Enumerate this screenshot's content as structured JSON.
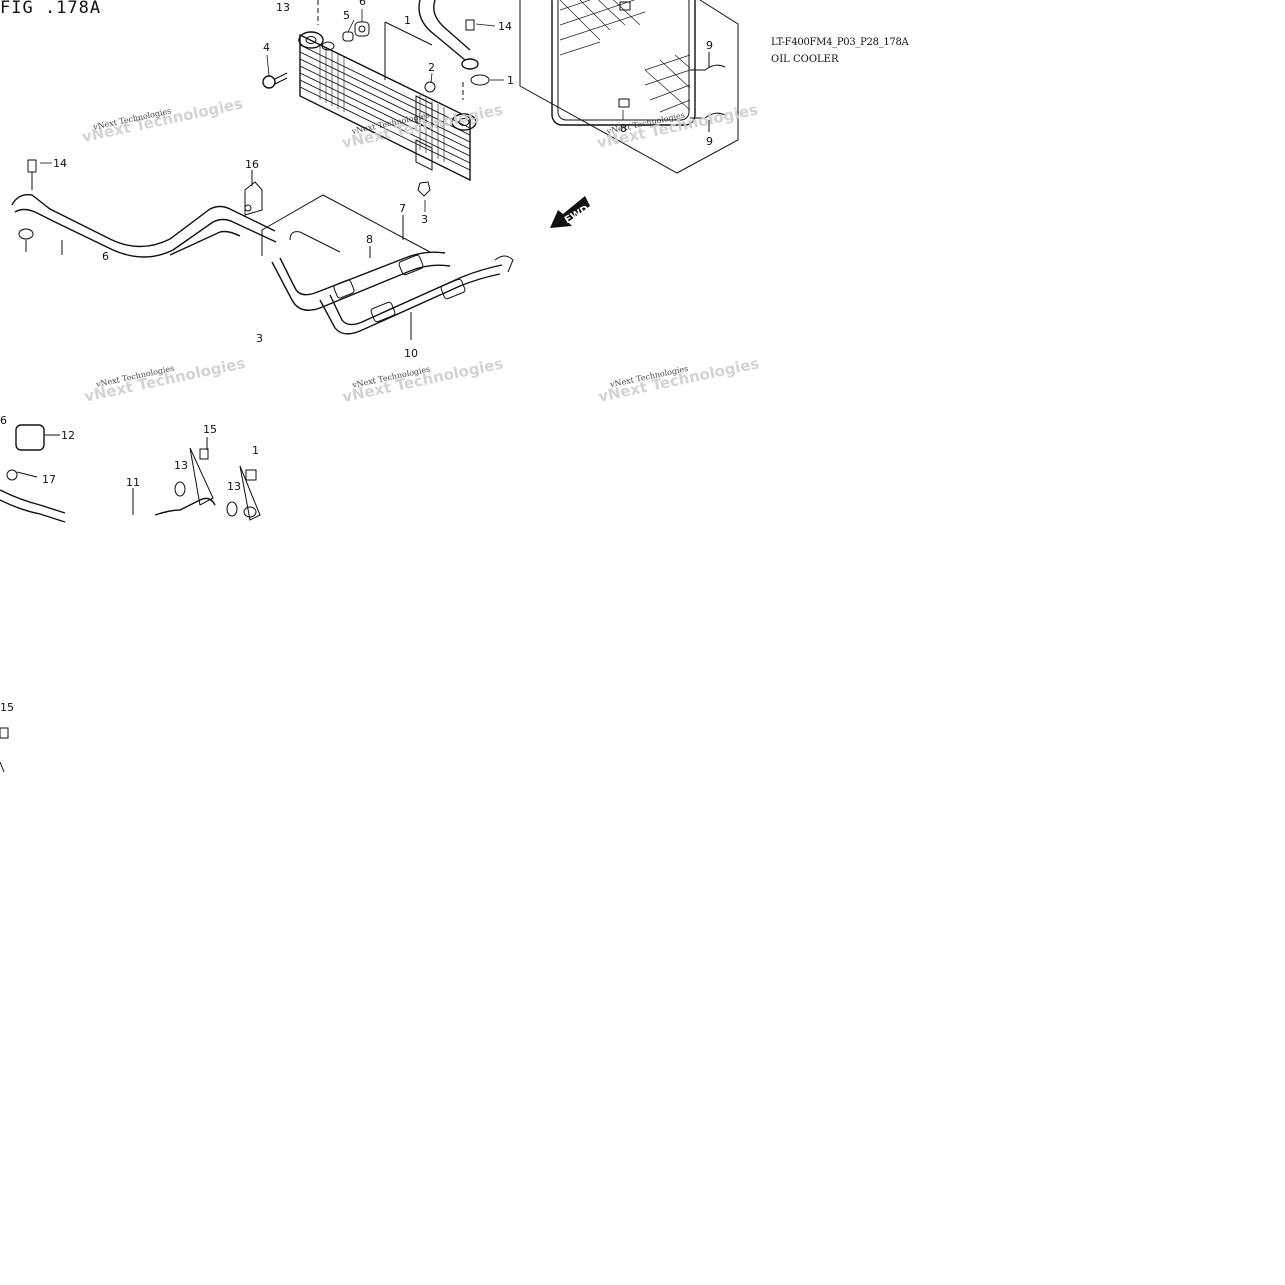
{
  "figure": {
    "title": "FIG .178A",
    "code": "LT-F400FM4_P03_P28_178A",
    "name": "OIL COOLER",
    "direction_label": "FWD"
  },
  "callouts": [
    "13",
    "6",
    "5",
    "1",
    "14",
    "4",
    "2",
    "1",
    "9",
    "9",
    "8",
    "14",
    "16",
    "7",
    "8",
    "3",
    "6",
    "3",
    "10",
    "6",
    "12",
    "15",
    "17",
    "11",
    "13",
    "13",
    "1",
    "15"
  ],
  "watermark": {
    "line1": "vNext Technologies",
    "line2": "vNext Technologies"
  }
}
